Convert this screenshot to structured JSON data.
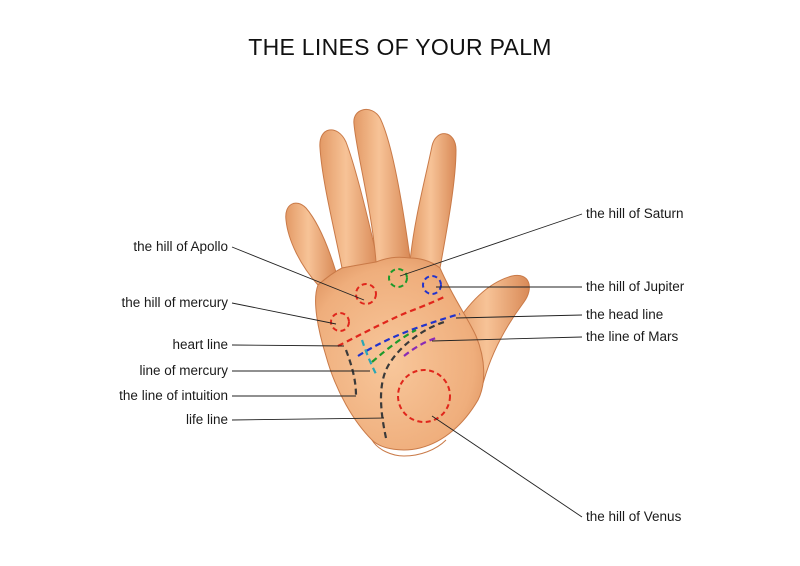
{
  "title": "THE LINES OF YOUR PALM",
  "labels": {
    "left": {
      "hill_of_apollo": "the hill of Apollo",
      "hill_of_mercury": "the hill of mercury",
      "heart_line": "heart line",
      "line_of_mercury": "line of mercury",
      "line_of_intuition": "the line of intuition",
      "life_line": "life line"
    },
    "right": {
      "hill_of_saturn": "the hill of Saturn",
      "hill_of_jupiter": "the hill of Jupiter",
      "head_line": "the head line",
      "line_of_mars": "the line of Mars",
      "hill_of_venus": "the hill of Venus"
    }
  },
  "colors": {
    "skin": "#f3b888",
    "skin_shadow": "#d98a55",
    "line_red": "#e0261c",
    "line_blue": "#2233cc",
    "line_green": "#1c9a2a",
    "line_purple": "#8a2bb5",
    "line_teal": "#2aa6b5",
    "line_dark": "#3a3a3a",
    "leader": "#222222"
  }
}
